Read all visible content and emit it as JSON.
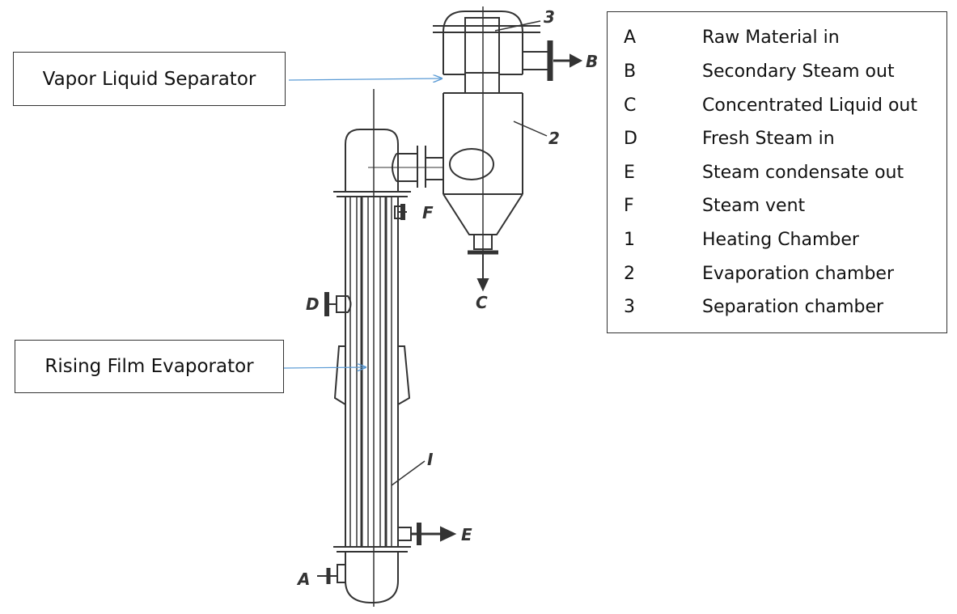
{
  "callouts": {
    "vapor_liquid_separator": "Vapor Liquid Separator",
    "rising_film_evaporator": "Rising Film Evaporator"
  },
  "legend": [
    {
      "key": "A",
      "desc": "Raw Material in"
    },
    {
      "key": "B",
      "desc": "Secondary Steam out"
    },
    {
      "key": "C",
      "desc": "Concentrated Liquid out"
    },
    {
      "key": "D",
      "desc": "Fresh Steam in"
    },
    {
      "key": "E",
      "desc": "Steam condensate out"
    },
    {
      "key": "F",
      "desc": "Steam vent"
    },
    {
      "key": "1",
      "desc": "Heating Chamber"
    },
    {
      "key": "2",
      "desc": "Evaporation chamber"
    },
    {
      "key": "3",
      "desc": "Separation chamber"
    }
  ],
  "diagram_labels": {
    "a": "A",
    "b": "B",
    "c": "C",
    "d": "D",
    "e": "E",
    "f": "F",
    "one": "I",
    "two": "2",
    "three": "3"
  },
  "colors": {
    "arrow": "#5b9bd5",
    "line": "#333333"
  }
}
